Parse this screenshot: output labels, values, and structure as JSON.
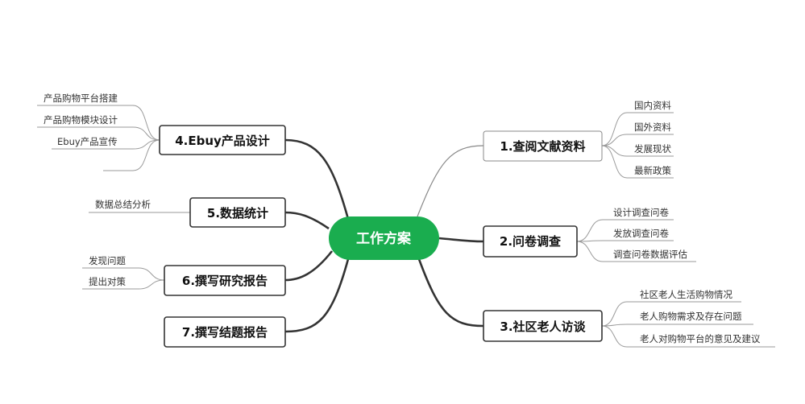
{
  "center": {
    "label": "工作方案",
    "color": "#1aad4f"
  },
  "line_color": "#333333",
  "leaf_line_color": "#9a9a9a",
  "branches": [
    {
      "id": "b1",
      "label": "1.查阅文献资料",
      "children": [
        "国内资料",
        "国外资料",
        "发展现状",
        "最新政策"
      ]
    },
    {
      "id": "b2",
      "label": "2.问卷调查",
      "children": [
        "设计调查问卷",
        "发放调查问卷",
        "调查问卷数据评估"
      ]
    },
    {
      "id": "b3",
      "label": "3.社区老人访谈",
      "children": [
        "社区老人生活购物情况",
        "老人购物需求及存在问题",
        "老人对购物平台的意见及建议"
      ]
    },
    {
      "id": "b4",
      "label": "4.Ebuy产品设计",
      "children": [
        "产品购物平台搭建",
        "产品购物模块设计",
        "Ebuy产品宣传",
        ""
      ]
    },
    {
      "id": "b5",
      "label": "5.数据统计",
      "children": [
        "数据总结分析"
      ]
    },
    {
      "id": "b6",
      "label": "6.撰写研究报告",
      "children": [
        "发现问题",
        "提出对策"
      ]
    },
    {
      "id": "b7",
      "label": "7.撰写结题报告",
      "children": []
    }
  ]
}
